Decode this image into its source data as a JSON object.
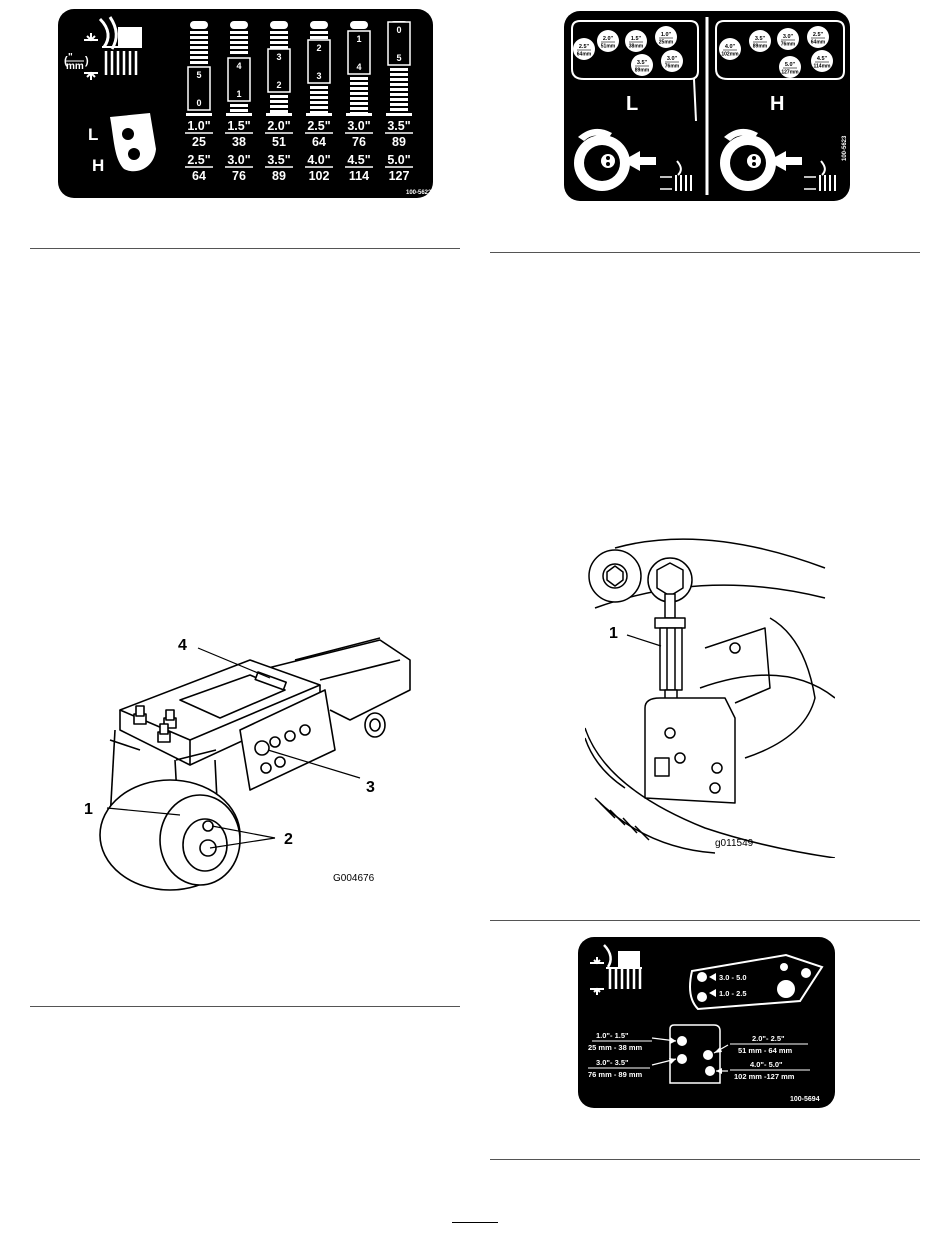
{
  "decal_height_positions": {
    "code": "100-5622",
    "unit_label": "mm",
    "positions": [
      {
        "top": "5",
        "bottom": "0",
        "low_in": "1.0\"",
        "low_mm": "25",
        "high_in": "2.5\"",
        "high_mm": "64"
      },
      {
        "top": "4",
        "bottom": "1",
        "low_in": "1.5\"",
        "low_mm": "38",
        "high_in": "3.0\"",
        "high_mm": "76"
      },
      {
        "top": "3",
        "bottom": "2",
        "low_in": "2.0\"",
        "low_mm": "51",
        "high_in": "3.5\"",
        "high_mm": "89"
      },
      {
        "top": "2",
        "bottom": "3",
        "low_in": "2.5\"",
        "low_mm": "64",
        "high_in": "4.0\"",
        "high_mm": "102"
      },
      {
        "top": "1",
        "bottom": "4",
        "low_in": "3.0\"",
        "low_mm": "76",
        "high_in": "4.5\"",
        "high_mm": "114"
      },
      {
        "top": "0",
        "bottom": "5",
        "low_in": "3.5\"",
        "low_mm": "89",
        "high_in": "5.0\"",
        "high_mm": "127"
      }
    ],
    "low_label": "L",
    "high_label": "H"
  },
  "decal_caster_lh": {
    "code": "100-5623",
    "low_label": "L",
    "high_label": "H",
    "low_circles": [
      {
        "a": "2.5\"",
        "b": "64mm"
      },
      {
        "a": "2.0\"",
        "b": "51mm"
      },
      {
        "a": "1.5\"",
        "b": "38mm"
      },
      {
        "a": "1.0\"",
        "b": "25mm"
      },
      {
        "a": "3.5\"",
        "b": "89mm"
      },
      {
        "a": "3.0\"",
        "b": "76mm"
      }
    ],
    "high_circles": [
      {
        "a": "4.0\"",
        "b": "102mm"
      },
      {
        "a": "3.5\"",
        "b": "89mm"
      },
      {
        "a": "3.0\"",
        "b": "76mm"
      },
      {
        "a": "2.5\"",
        "b": "64mm"
      },
      {
        "a": "5.0\"",
        "b": "127mm"
      },
      {
        "a": "4.5\"",
        "b": "114mm"
      }
    ]
  },
  "figure_caster": {
    "code": "G004676",
    "callouts": [
      "1",
      "2",
      "3",
      "4"
    ]
  },
  "figure_link": {
    "code": "g011549",
    "callouts": [
      "1"
    ]
  },
  "decal_hole_positions": {
    "code": "100-5694",
    "plate_rows": [
      "3.0 - 5.0",
      "1.0 - 2.5"
    ],
    "left_top_in": "1.0\"- 1.5\"",
    "left_top_mm": "25 mm - 38 mm",
    "left_bottom_in": "3.0\"- 3.5\"",
    "left_bottom_mm": "76 mm - 89 mm",
    "right_top_in": "2.0\"- 2.5\"",
    "right_top_mm": "51 mm - 64 mm",
    "right_bottom_in": "4.0\"- 5.0\"",
    "right_bottom_mm": "102 mm -127 mm"
  }
}
